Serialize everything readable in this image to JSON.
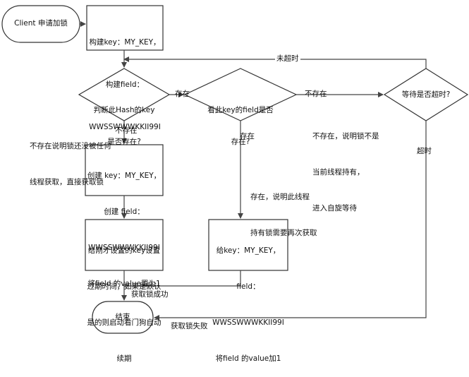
{
  "nodes": {
    "client": "Client 申请加锁",
    "build_key": [
      "构建key：MY_KEY，",
      "构建field：",
      "WWSSWWWKKII99I"
    ],
    "check_hash": [
      "判断此Hash的key",
      "是否存在?"
    ],
    "check_field": [
      "看此key的field是否",
      "存在?"
    ],
    "wait_timeout": "等待是否超时?",
    "create_key": [
      "创建 key：MY_KEY，",
      "创建 field：",
      "WWSSWWWKKII99I",
      "将field 的value置为1"
    ],
    "set_expire": [
      "给刚才设置的key设置",
      "过期时间，如果是默认",
      "是的则启动看门狗自动",
      "续期"
    ],
    "incr_value": [
      "给key：MY_KEY，",
      "field：",
      "WWSSWWWKKII99I",
      "将field 的value加1"
    ],
    "end": "结束"
  },
  "edges": {
    "exists_1": "存在",
    "not_exists_1": "不存在",
    "exists_2": "存在",
    "not_exists_2": "不存在",
    "not_timeout": "未超时",
    "timeout": "超时",
    "acquire_success": "获取锁成功",
    "acquire_fail": "获取锁失败"
  },
  "notes": {
    "no_lock_held": [
      "不存在说明锁还没被任何",
      "线程获取，直接获取锁"
    ],
    "held_by_self": [
      "存在，说明此线程",
      "持有锁需要再次获取"
    ],
    "held_by_other": [
      "不存在，说明锁不是",
      "当前线程持有，",
      "进入自旋等待"
    ]
  }
}
